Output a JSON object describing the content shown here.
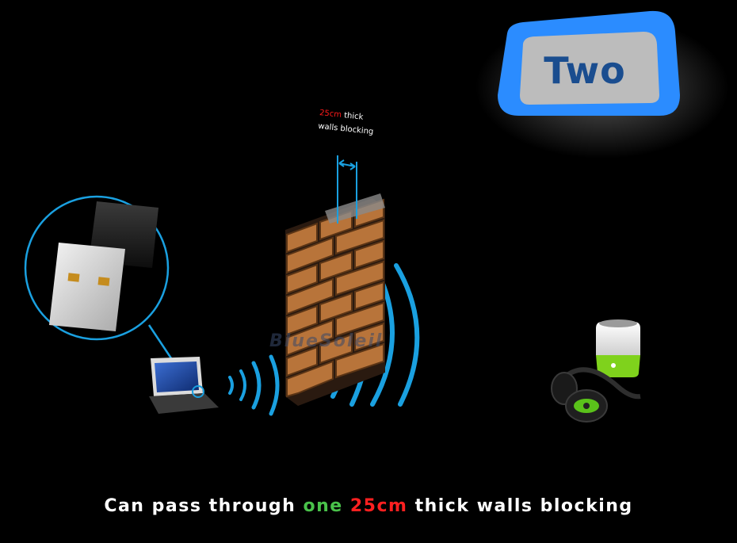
{
  "badge": {
    "label": "Two"
  },
  "wall_note": {
    "thickness": "25cm",
    "thick": "thick",
    "line2": "walls blocking"
  },
  "caption": {
    "part1": "Can pass through ",
    "one": "one",
    "thickness": "25cm",
    "part2": " thick walls blocking"
  },
  "watermark": "BlueSoleil",
  "colors": {
    "background": "#000000",
    "badge_blue": "#2b8cff",
    "badge_face": "#bcbcbc",
    "badge_text": "#1a4d8f",
    "highlight_green": "#49c24a",
    "highlight_red": "#ff2020",
    "signal_blue": "#1aa0e0",
    "brick": "#b8743a",
    "speaker_green": "#7fd21c"
  },
  "icons": [
    "usb-dongle-icon",
    "laptop-icon",
    "brick-wall-icon",
    "headphones-icon",
    "speaker-icon",
    "signal-waves-icon"
  ]
}
